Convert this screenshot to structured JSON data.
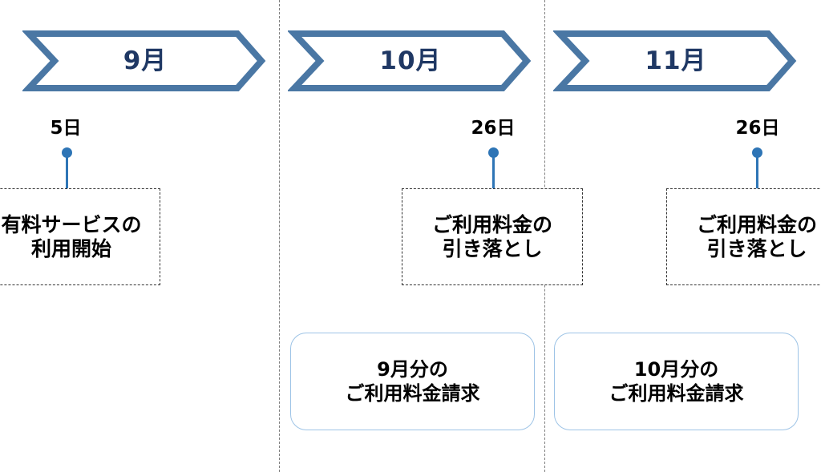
{
  "colors": {
    "arrow_stroke": "#4a77a4",
    "month_text": "#1f3864",
    "pin": "#2e75b6",
    "bill_border": "#9dc3e6",
    "divider": "#7f7f7f"
  },
  "months": [
    {
      "label": "9月"
    },
    {
      "label": "10月"
    },
    {
      "label": "11月"
    }
  ],
  "events": [
    {
      "day": "5日",
      "line1": "有料サービスの",
      "line2": "利用開始"
    },
    {
      "day": "26日",
      "line1": "ご利用料金の",
      "line2": "引き落とし"
    },
    {
      "day": "26日",
      "line1": "ご利用料金の",
      "line2": "引き落とし"
    }
  ],
  "bills": [
    {
      "line1": "9月分の",
      "line2": "ご利用料金請求"
    },
    {
      "line1": "10月分の",
      "line2": "ご利用料金請求"
    }
  ]
}
